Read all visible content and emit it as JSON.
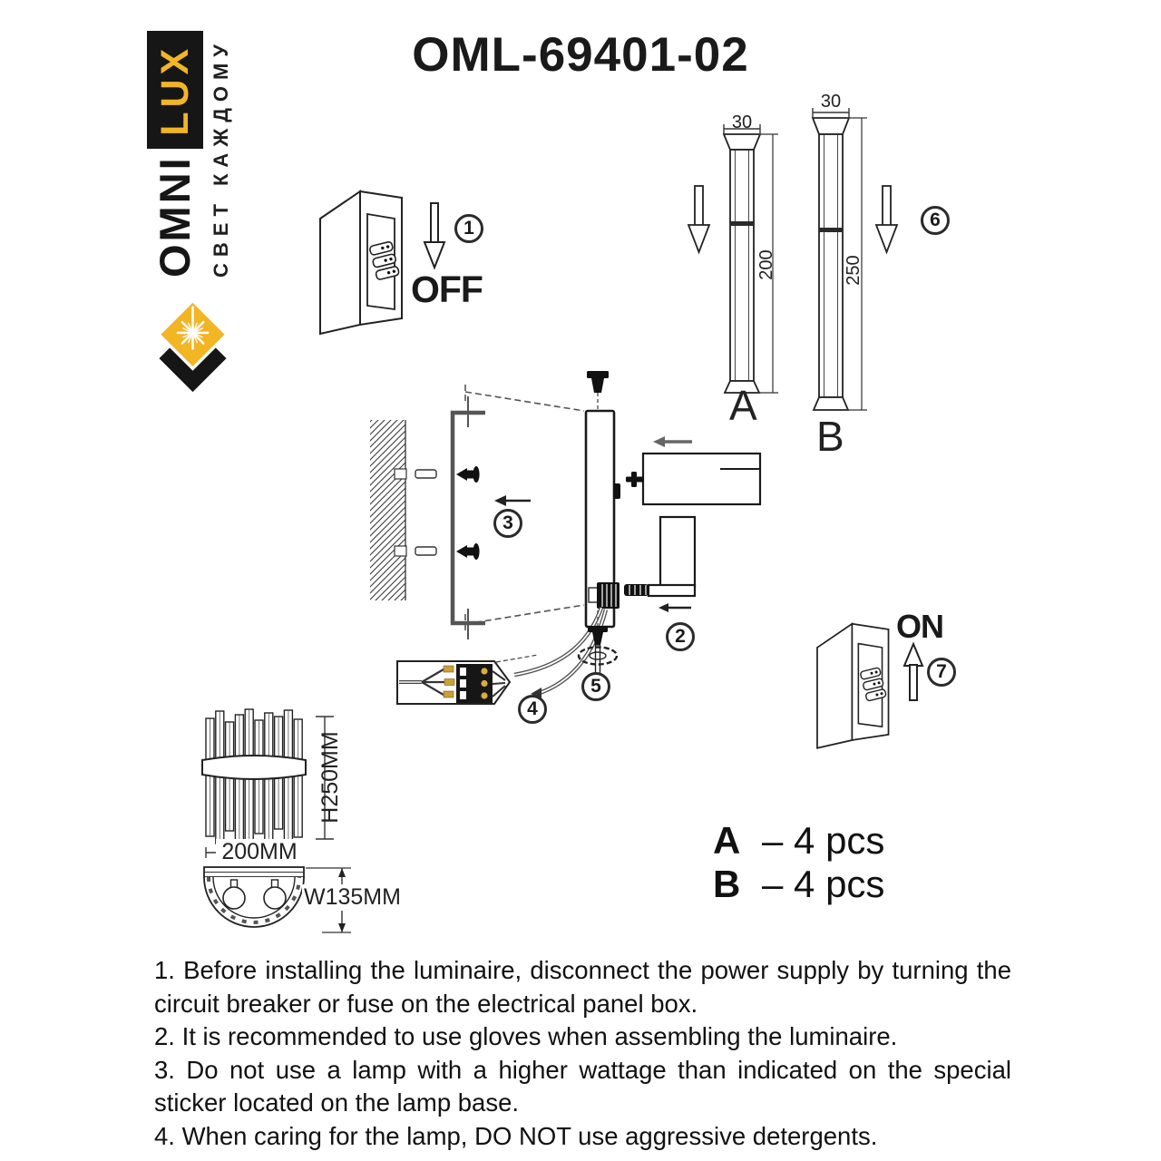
{
  "logo": {
    "omni": "OMNI",
    "lux": "LUX",
    "tagline": "СВЕТ КАЖДОМУ"
  },
  "title": "OML-69401-02",
  "steps": [
    "1",
    "2",
    "3",
    "4",
    "5",
    "6",
    "7"
  ],
  "power": {
    "off": "OFF",
    "on": "ON"
  },
  "rods": {
    "a": {
      "label": "A",
      "width": "30",
      "length": "200"
    },
    "b": {
      "label": "B",
      "width": "30",
      "length": "250"
    }
  },
  "lamp_dimensions": {
    "height": "H250MM",
    "width": "200MM",
    "depth": "W135MM"
  },
  "parts_list": [
    {
      "label": "A",
      "qty": "– 4 pcs"
    },
    {
      "label": "B",
      "qty": "– 4 pcs"
    }
  ],
  "instructions": [
    "1. Before installing the luminaire, disconnect the power supply by turning the circuit breaker or fuse on the electrical panel box.",
    "2. It is recommended to use gloves when assembling the luminaire.",
    "3. Do not use a lamp with a higher wattage than indicated on the special sticker located on the lamp base.",
    "4. When caring for the lamp, DO NOT use aggressive detergents."
  ],
  "colors": {
    "brand_yellow": "#F2B524",
    "ink": "#1a1a1a",
    "terminal_gold": "#C9A03A"
  }
}
